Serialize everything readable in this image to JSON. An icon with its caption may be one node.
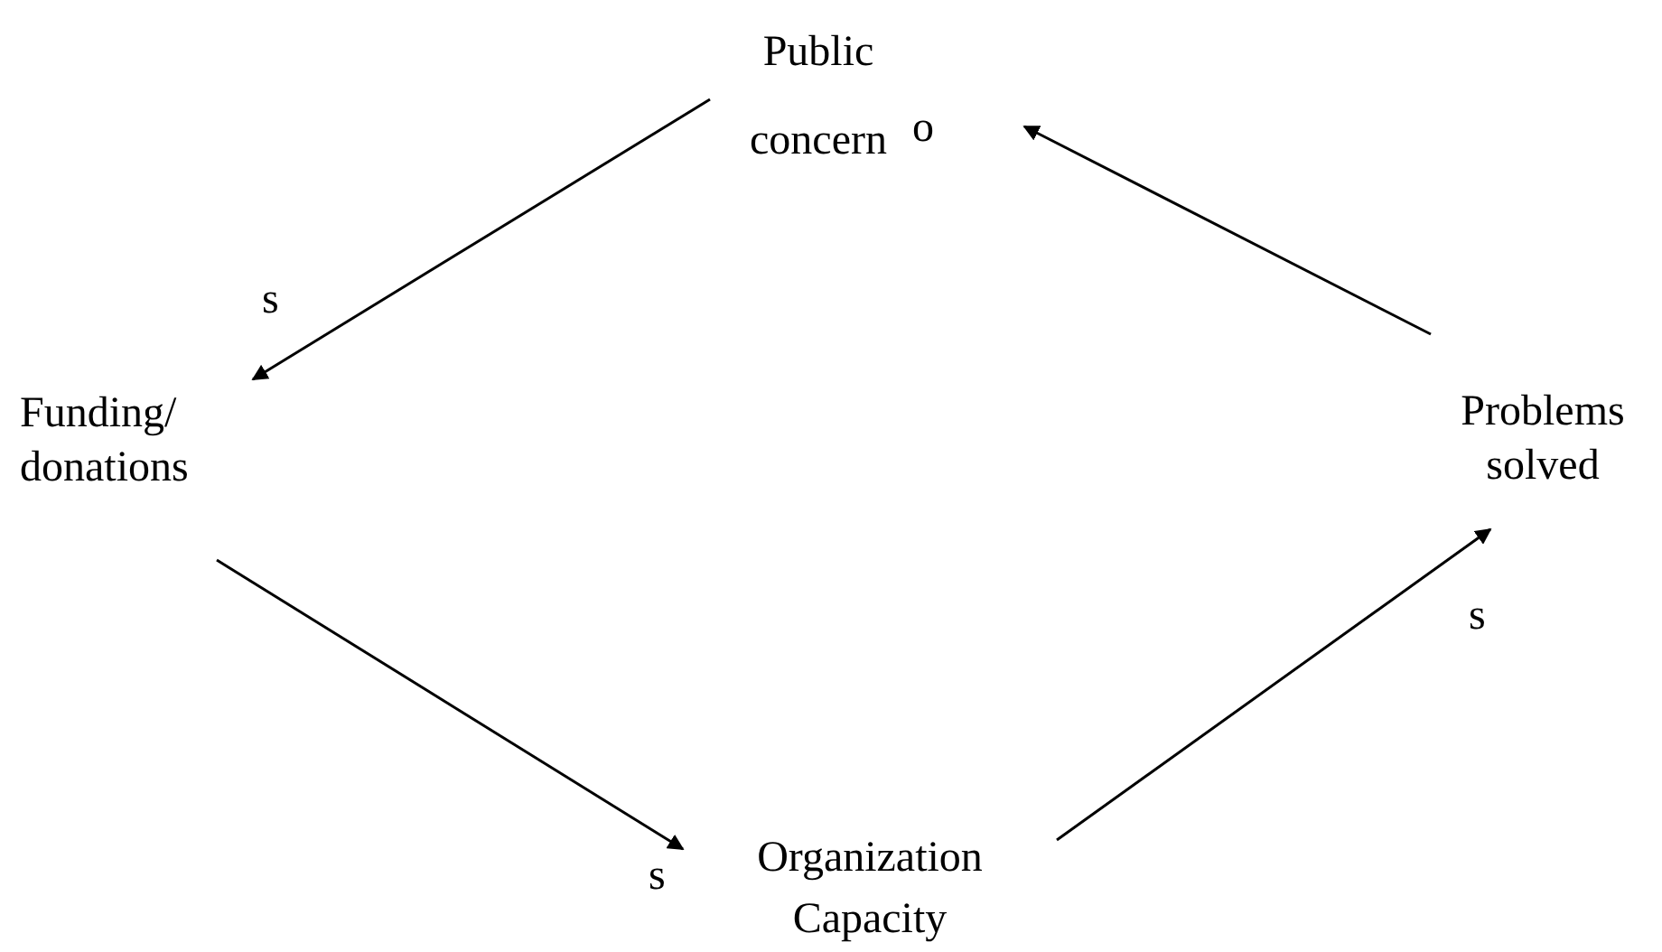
{
  "diagram": {
    "nodes": [
      {
        "text": [
          "Public concern"
        ]
      },
      {
        "text": [
          "Funding/ donations"
        ]
      },
      {
        "text": [
          "Organization Capacity"
        ]
      },
      {
        "text": [
          "Problems solved"
        ]
      }
    ],
    "edges": [
      {
        "from": 0,
        "to": 1,
        "arrow": "to",
        "label": "s"
      },
      {
        "from": 1,
        "to": 2,
        "arrow": "to",
        "label": "s"
      },
      {
        "from": 2,
        "to": 3,
        "arrow": "to",
        "label": "s"
      },
      {
        "from": 3,
        "to": 0,
        "arrow": "to",
        "label": "o"
      }
    ]
  }
}
